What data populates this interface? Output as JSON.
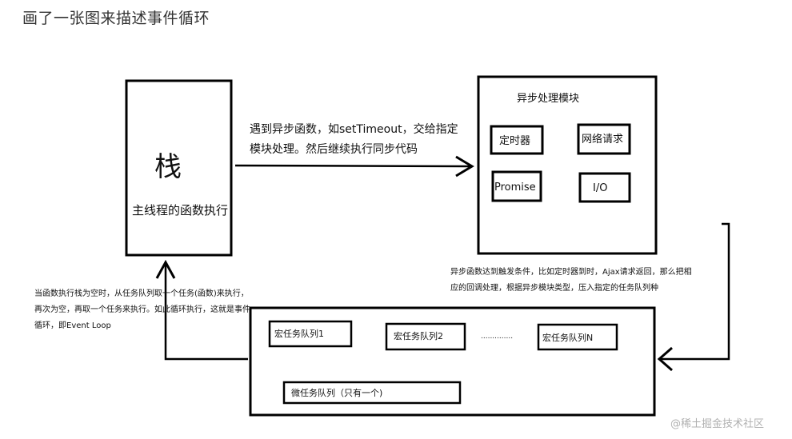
{
  "title": "画了一张图来描述事件循环",
  "stack": {
    "char": "栈",
    "subtitle": "主线程的函数执行"
  },
  "arrow_to_async": {
    "line1": "遇到异步函数，如setTimeout，交给指定",
    "line2": "模块处理。然后继续执行同步代码"
  },
  "async_module": {
    "title": "异步处理模块",
    "items": [
      "定时器",
      "网络请求",
      "Promise",
      "I/O"
    ]
  },
  "trigger_note": {
    "line1": "异步函数达到触发条件，比如定时器到时，Ajax请求返回，那么把相",
    "line2": "应的回调处理，根据异步模块类型，压入指定的任务队列种"
  },
  "loop_note": {
    "line1": "当函数执行栈为空时，从任务队列取一个任务(函数)来执行，",
    "line2": "再次为空，再取一个任务来执行。如此循环执行，这就是事件",
    "line3": "循环，即Event Loop"
  },
  "queues": {
    "macro": [
      "宏任务队列1",
      "宏任务队列2",
      "宏任务队列N"
    ],
    "ellipsis": "..............",
    "micro": "微任务队列（只有一个)"
  },
  "watermark": "@稀土掘金技术社区",
  "colors": {
    "stroke": "#000000",
    "text": "#111111",
    "watermark": "#b0b0b0"
  }
}
